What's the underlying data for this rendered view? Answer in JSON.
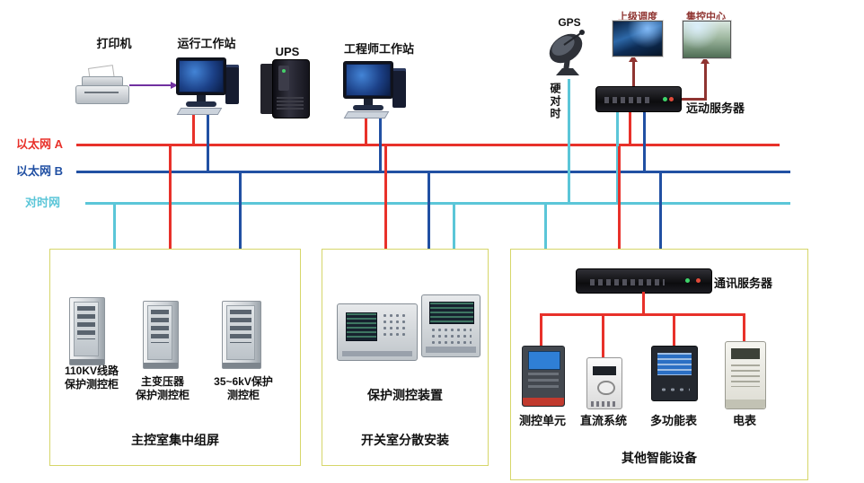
{
  "colors": {
    "eth-a": "#e8312a",
    "eth-b": "#2150a3",
    "time-net": "#5bc6d8",
    "maroon": "#8f3431",
    "purple": "#7030a0",
    "zone-border": "#d6d66a"
  },
  "top": {
    "printer_label": "打印机",
    "operator_ws_label": "运行工作站",
    "ups_label": "UPS",
    "engineer_ws_label": "工程师工作站",
    "gps_label": "GPS",
    "dispatch_label": "上级调度",
    "control_center_label": "集控中心",
    "rtu_server_label": "远动服务器",
    "time_sync_label": "硬对时"
  },
  "buses": {
    "ethernet_a": "以太网 A",
    "ethernet_b": "以太网 B",
    "time_net": "对时网"
  },
  "zones": {
    "main_control_room": {
      "caption": "主控室集中组屏",
      "cabinets": [
        {
          "line1": "110KV线路",
          "line2": "保护测控柜"
        },
        {
          "line1": "主变压器",
          "line2": "保护测控柜"
        },
        {
          "line1": "35~6kV保护",
          "line2": "测控柜"
        }
      ]
    },
    "switch_room": {
      "caption": "开关室分散安装",
      "device_label": "保护测控装置"
    },
    "smart_devices": {
      "caption": "其他智能设备",
      "server_label": "通讯服务器",
      "devices": [
        {
          "label": "测控单元"
        },
        {
          "label": "直流系统"
        },
        {
          "label": "多功能表"
        },
        {
          "label": "电表"
        }
      ]
    }
  }
}
